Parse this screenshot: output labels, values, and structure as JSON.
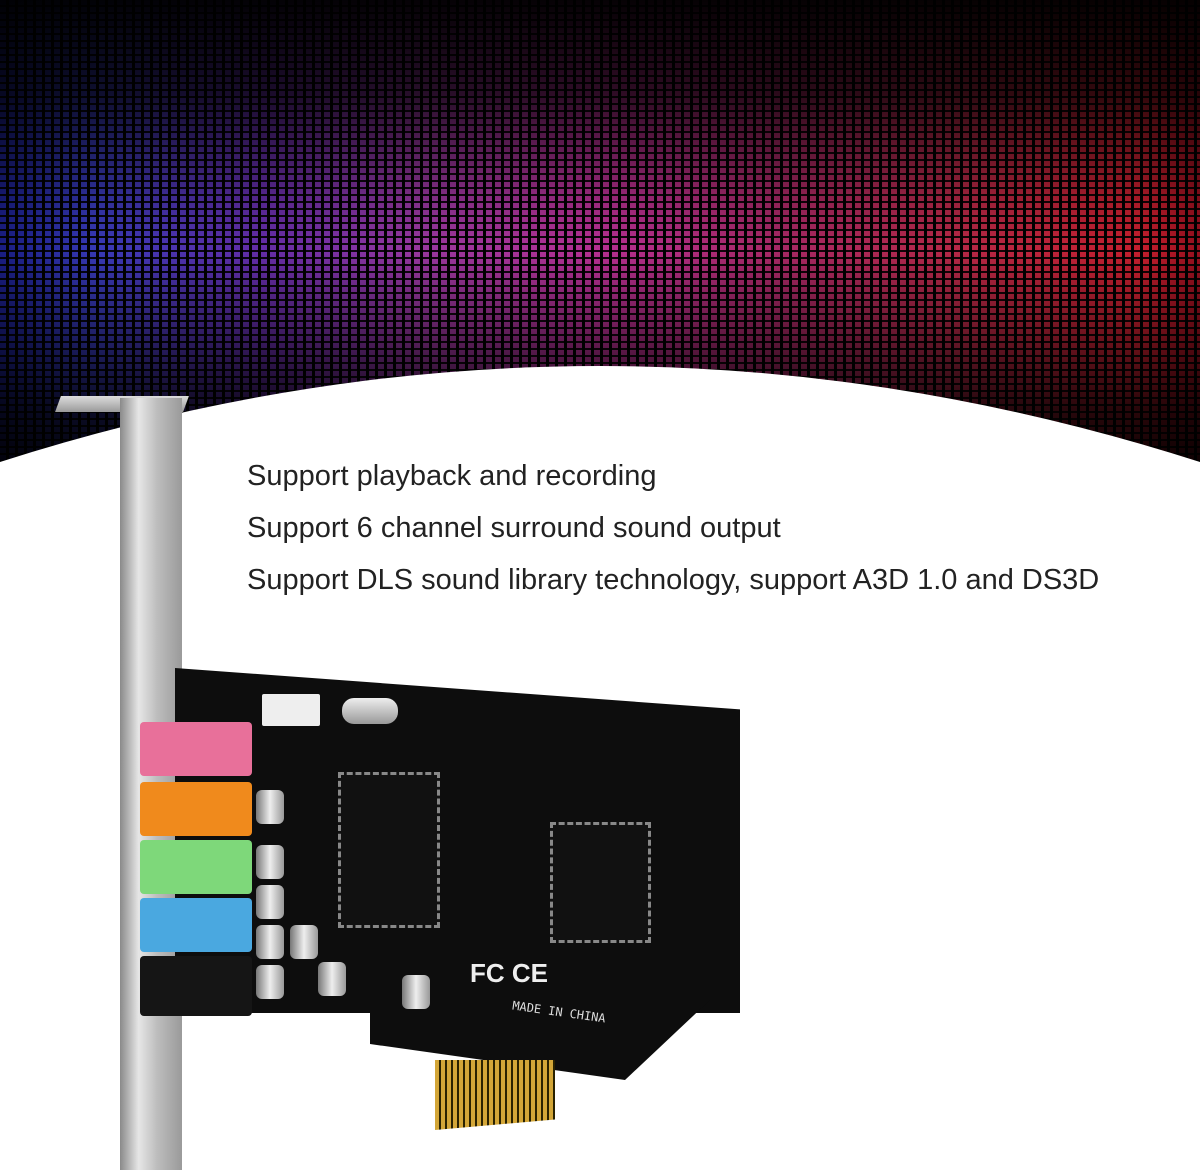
{
  "features": [
    "Support playback and recording",
    "Support 6 channel surround sound output",
    "Support DLS sound library technology, support A3D 1.0 and DS3D"
  ],
  "board_markings": {
    "certification": "FC CE",
    "origin": "MADE IN CHINA"
  },
  "jack_colors": [
    "#e8709a",
    "#f08a1c",
    "#7ed87a",
    "#4aa8e0",
    "#151515"
  ],
  "background": {
    "style": "equalizer-bars",
    "colors": [
      "#3a3cc0",
      "#a03aa8",
      "#d02030"
    ]
  }
}
